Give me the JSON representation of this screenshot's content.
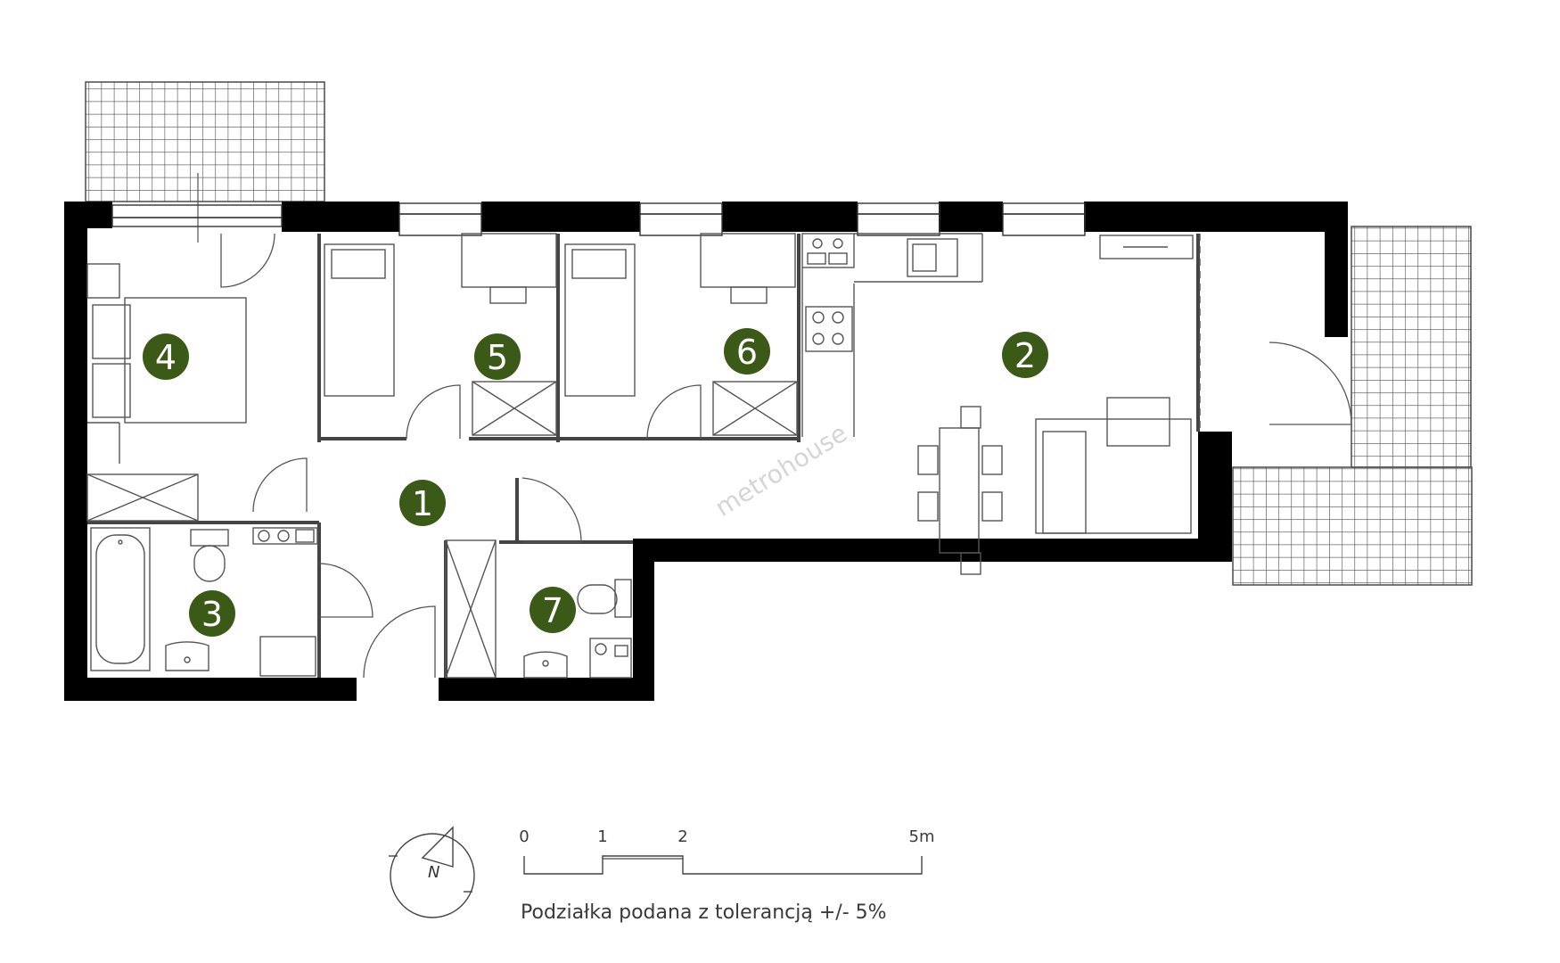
{
  "colors": {
    "wall": "#000000",
    "badge": "#3b5a17",
    "line": "#555555",
    "terrace_grid": "#4a4a4a"
  },
  "rooms": [
    {
      "number": "1"
    },
    {
      "number": "2"
    },
    {
      "number": "3"
    },
    {
      "number": "4"
    },
    {
      "number": "5"
    },
    {
      "number": "6"
    },
    {
      "number": "7"
    }
  ],
  "watermark": "metrohouse",
  "scale_bar": {
    "ticks": [
      "0",
      "1",
      "2",
      "5m"
    ],
    "tolerance_note": "Podziałka podana z tolerancją +/- 5%"
  },
  "compass": {
    "label": "N",
    "icon": "compass-north-icon"
  }
}
